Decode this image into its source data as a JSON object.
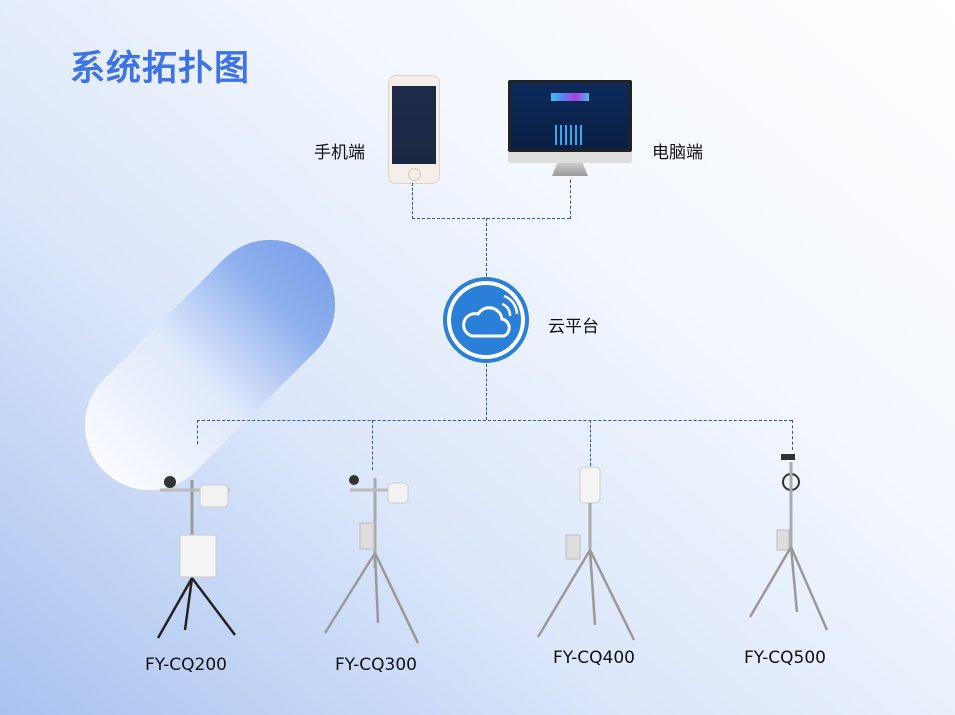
{
  "title": "系统拓扑图",
  "clients": {
    "phone": "手机端",
    "pc": "电脑端"
  },
  "cloud": {
    "label": "云平台"
  },
  "stations": [
    {
      "model": "FY-CQ200"
    },
    {
      "model": "FY-CQ300"
    },
    {
      "model": "FY-CQ400"
    },
    {
      "model": "FY-CQ500"
    }
  ],
  "colors": {
    "title": "#3d73e6",
    "cloud": "#2a7fd8",
    "line": "#2a56b0"
  }
}
